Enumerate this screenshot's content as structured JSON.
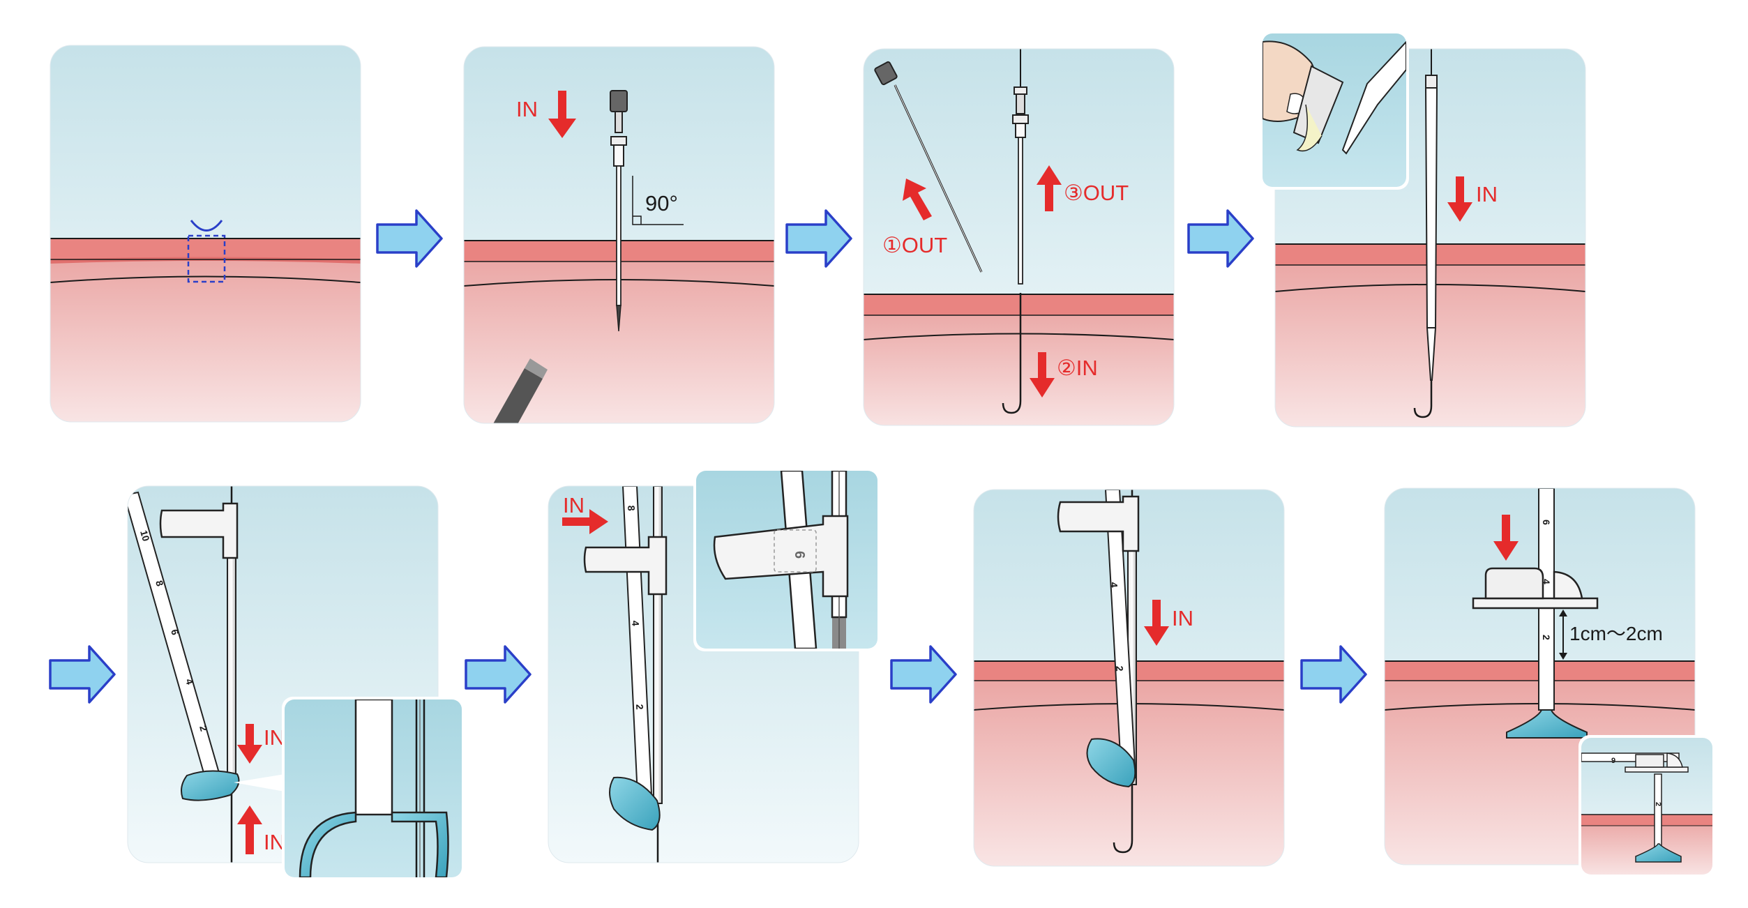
{
  "steps": [
    {
      "step_id": 1
    },
    {
      "step_id": 2,
      "labels": {
        "in": "IN",
        "angle": "90°"
      }
    },
    {
      "step_id": 3,
      "labels": {
        "out1": "①OUT",
        "in2": "②IN",
        "out3": "③OUT"
      }
    },
    {
      "step_id": 4,
      "labels": {
        "in": "IN"
      }
    },
    {
      "step_id": 5,
      "labels": {
        "in_top": "IN",
        "in_bottom": "IN"
      },
      "ruler_ticks": [
        "10",
        "8",
        "6",
        "4",
        "2"
      ]
    },
    {
      "step_id": 6,
      "labels": {
        "in": "IN"
      },
      "ruler_ticks": [
        "8",
        "4",
        "2"
      ],
      "clip_mark": "6"
    },
    {
      "step_id": 7,
      "labels": {
        "in": "IN"
      },
      "ruler_ticks": [
        "4",
        "2"
      ]
    },
    {
      "step_id": 8,
      "labels": {
        "distance": "1cm～2cm"
      },
      "ruler_ticks": [
        "6",
        "4",
        "2"
      ],
      "inset_ticks": [
        "9",
        "2"
      ]
    }
  ],
  "colors": {
    "arrow_red": "#e52b2b",
    "flow_arrow_fill": "#8fd2ef",
    "flow_arrow_stroke": "#2a3fc8",
    "skin_band": "#e98481",
    "device_cyan": "#5fb9cd",
    "background": "#ffffff"
  },
  "icons": [
    "flow-arrow-icon",
    "red-direction-arrow-icon"
  ]
}
